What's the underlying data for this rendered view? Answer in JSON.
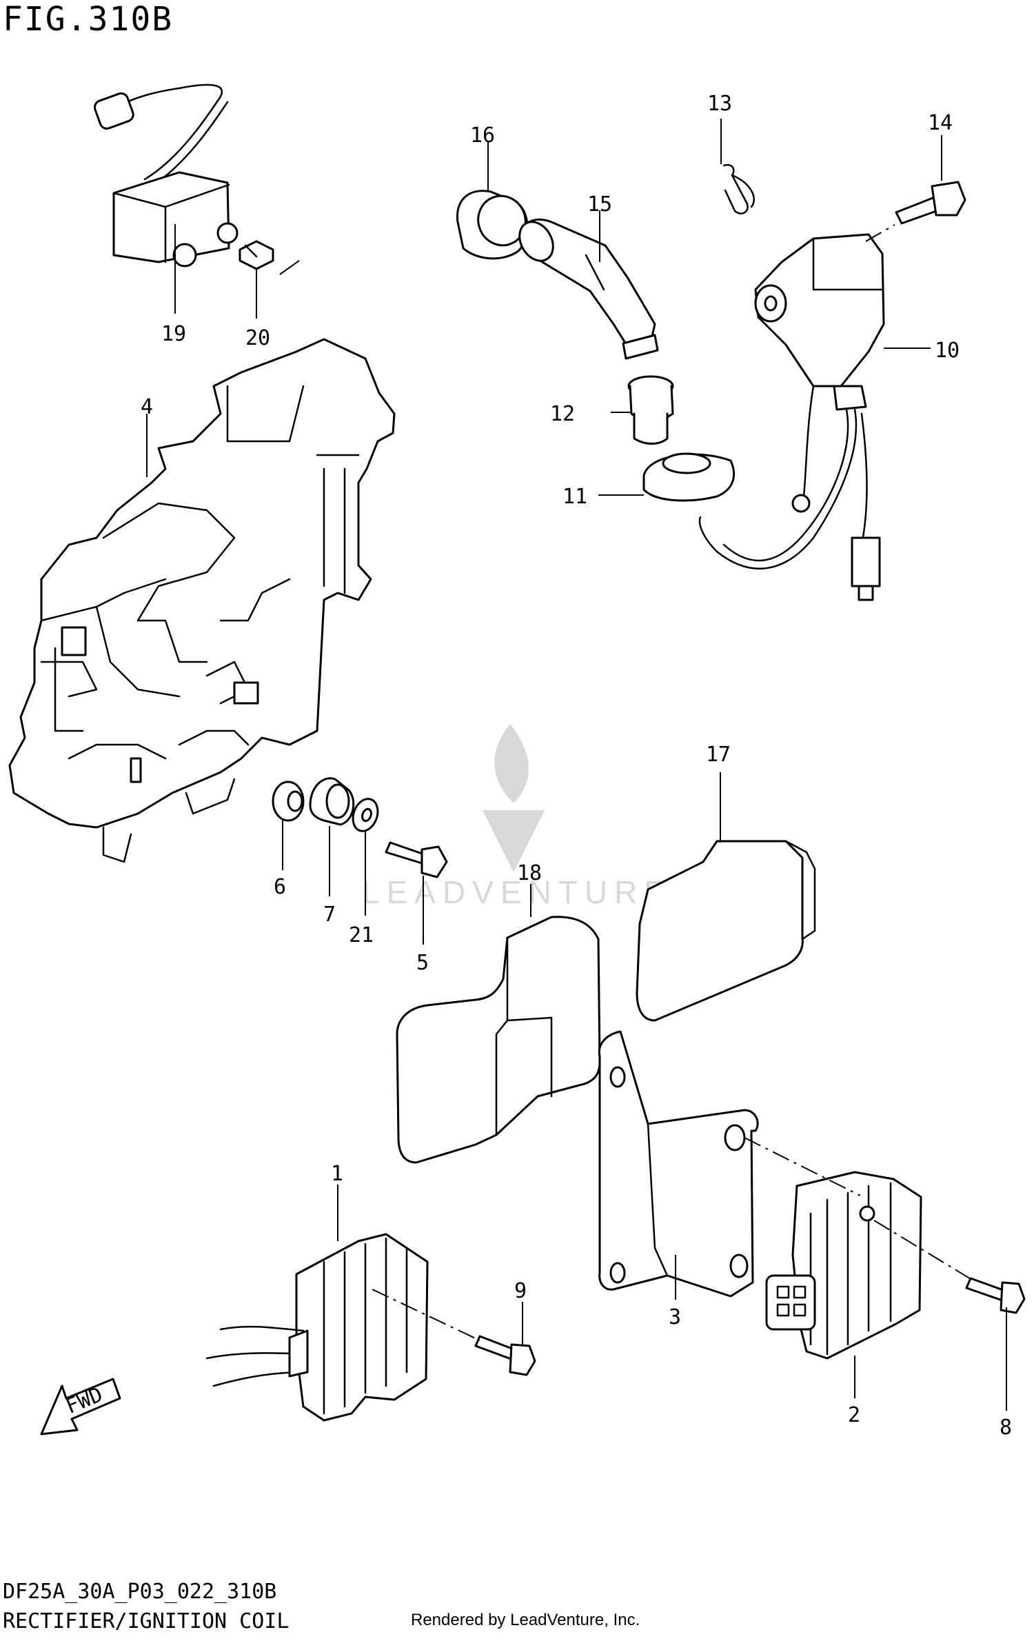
{
  "figure_title": "FIG.310B",
  "footer": {
    "code": "DF25A_30A_P03_022_310B",
    "name": "RECTIFIER/IGNITION COIL",
    "credit": "Rendered by LeadVenture, Inc."
  },
  "watermark": "LEADVENTURE",
  "fwd_label": "FWD",
  "callouts": {
    "p1": "1",
    "p2": "2",
    "p3": "3",
    "p4": "4",
    "p5": "5",
    "p6": "6",
    "p7": "7",
    "p8": "8",
    "p9": "9",
    "p10": "10",
    "p11": "11",
    "p12": "12",
    "p13": "13",
    "p14": "14",
    "p15": "15",
    "p16": "16",
    "p17": "17",
    "p18": "18",
    "p19": "19",
    "p20": "20",
    "p21": "21"
  },
  "colors": {
    "line": "#000000",
    "watermark": "#d8d8d8",
    "background": "#ffffff"
  }
}
